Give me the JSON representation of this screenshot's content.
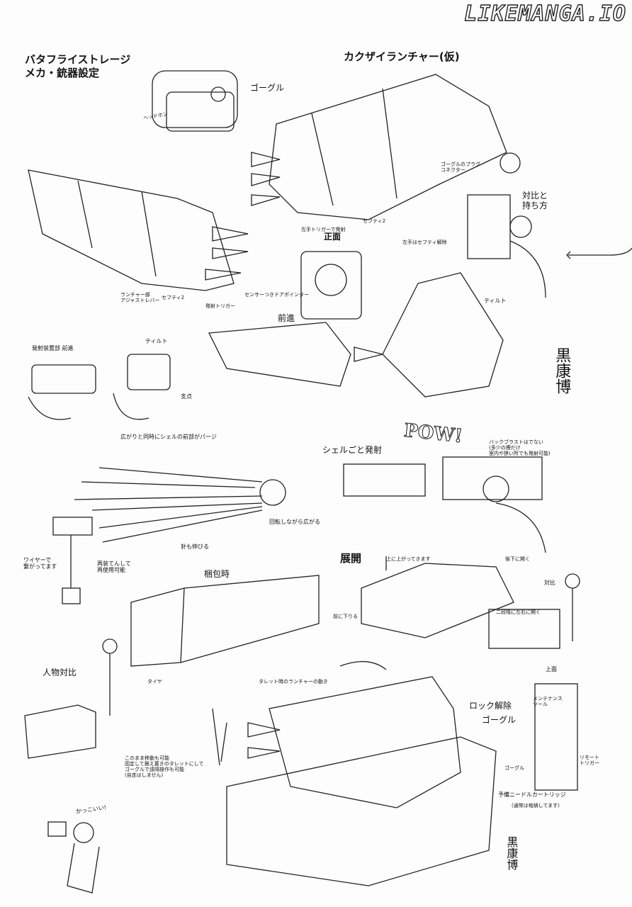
{
  "watermark": "LIKEMANGA.IO",
  "title": {
    "line1": "バタフライストレージ",
    "line2": "メカ・銃器設定"
  },
  "launcher_title": "カクザイランチャー(仮)",
  "labels": {
    "goggle_top": "ゴーグル",
    "headphone": "ヘッドホン",
    "goggle_plug": "ゴーグルのプラグ\nコネクター",
    "left_trigger": "左手トリガーで発射",
    "safety2_a": "セフティ2",
    "left_safety": "左手はセフティ解除",
    "comparison_grip": "対比と\n持ち方",
    "front": "正面",
    "adjust_lever": "ランチャー部\nアジャストレバー",
    "safety2_b": "セフティ2",
    "fire_trigger": "発射トリガー",
    "sensor_pointer": "センサーつきドアポインター",
    "forward": "前進",
    "tilt_a": "ティルト",
    "launcher_forward": "発射装置部 前進",
    "tilt_b": "ティルト",
    "fulcrum": "支点",
    "purge": "広がりと同時にシェルの前部がパージ",
    "pow": "POW!",
    "shell_fire": "シェルごと発射",
    "backblast": "バックブラストはでない\n(多少の煙だけ\n室内や狭い所でも発射可能)",
    "rotate_spread": "回転しながら広がる",
    "needle_extend": "針も伸びる",
    "wire": "ワイヤーで\n繋がってます",
    "reload": "再装てんして\n再使用可能",
    "packed": "梱包時",
    "deploy": "展開",
    "rise_up": "上に上がってきます",
    "open_back": "後下に開く",
    "comparison": "対比",
    "lower_front": "前に下りる",
    "two_stage": "二段階に左右に開く",
    "top_view": "上面",
    "person_comparison": "人物対比",
    "tire": "タイヤ",
    "turret_motion": "タレット時のランチャーの動き",
    "lock_release": "ロック解除",
    "goggle_turret": "ゴーグル",
    "maintenance_tool": "メンテナンス\nツール",
    "remote_trigger": "リモート\nトリガー",
    "goggle_side": "ゴーグル",
    "turret_note": "このまま移動も可能\n固定して据え置きのタレットにして\nゴーグルで遠隔操作も可能\n(自走はしません)",
    "spare_cartridge": "予備ニードルカートリッジ",
    "stored_normally": "(通常は格納してます)",
    "cool": "かっこいい!"
  },
  "signature": "黒康博"
}
